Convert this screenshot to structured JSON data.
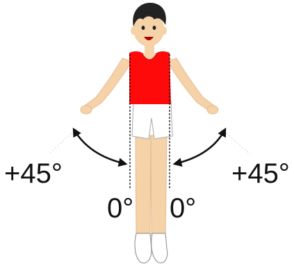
{
  "labels": {
    "left_angle": "+45°",
    "right_angle": "+45°",
    "left_zero": "0°",
    "right_zero": "0°"
  },
  "colors": {
    "skin": "#f5d2a8",
    "shirt": "#ff0a0a",
    "shorts": "#ffffff",
    "hair": "#222222",
    "arrow": "#111111"
  },
  "icons": {
    "figure": "standing-boy-arms-abducted",
    "arrows": "curved-double-headed-arrow"
  }
}
